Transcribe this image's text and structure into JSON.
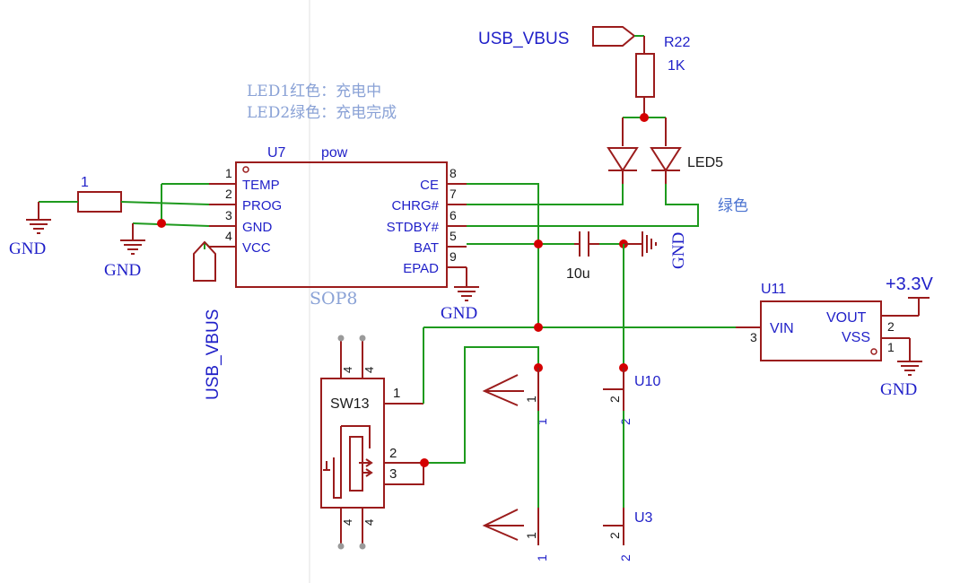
{
  "notes": {
    "line1": "LED1红色：充电中",
    "line2": "LED2绿色：充电完成",
    "green_label": "绿色"
  },
  "u7": {
    "ref": "U7",
    "value": "pow",
    "package": "SOP8",
    "left_pins": [
      {
        "num": "1",
        "name": "TEMP"
      },
      {
        "num": "2",
        "name": "PROG"
      },
      {
        "num": "3",
        "name": "GND"
      },
      {
        "num": "4",
        "name": "VCC"
      }
    ],
    "right_pins": [
      {
        "num": "8",
        "name": "CE"
      },
      {
        "num": "7",
        "name": "CHRG#"
      },
      {
        "num": "6",
        "name": "STDBY#"
      },
      {
        "num": "5",
        "name": "BAT"
      },
      {
        "num": "9",
        "name": "EPAD"
      }
    ]
  },
  "r_prog": {
    "value": "1"
  },
  "r22": {
    "ref": "R22",
    "value": "1K"
  },
  "led5": {
    "ref": "LED5"
  },
  "cap": {
    "value": "10u"
  },
  "u11": {
    "ref": "U11",
    "pins": [
      {
        "num": "3",
        "name": "VIN"
      },
      {
        "num": "2",
        "name": "VOUT"
      },
      {
        "num": "1",
        "name": "VSS"
      }
    ]
  },
  "sw13": {
    "ref": "SW13",
    "pin1": "1",
    "pin2": "2",
    "pin3": "3",
    "pin4": "4"
  },
  "u10": {
    "ref": "U10",
    "pin1": "1",
    "pin2": "2"
  },
  "u3": {
    "ref": "U3",
    "pin1": "1",
    "pin2": "2"
  },
  "nets": {
    "usb_vbus": "USB_VBUS",
    "gnd": "GND",
    "v33": "+3.3V"
  },
  "connector_pin": "4",
  "colors": {
    "wire": "#1e9a1e",
    "component": "#9b1c1c",
    "junction": "#d40000",
    "label": "#1f1fc8",
    "note": "#8aa2d6"
  }
}
